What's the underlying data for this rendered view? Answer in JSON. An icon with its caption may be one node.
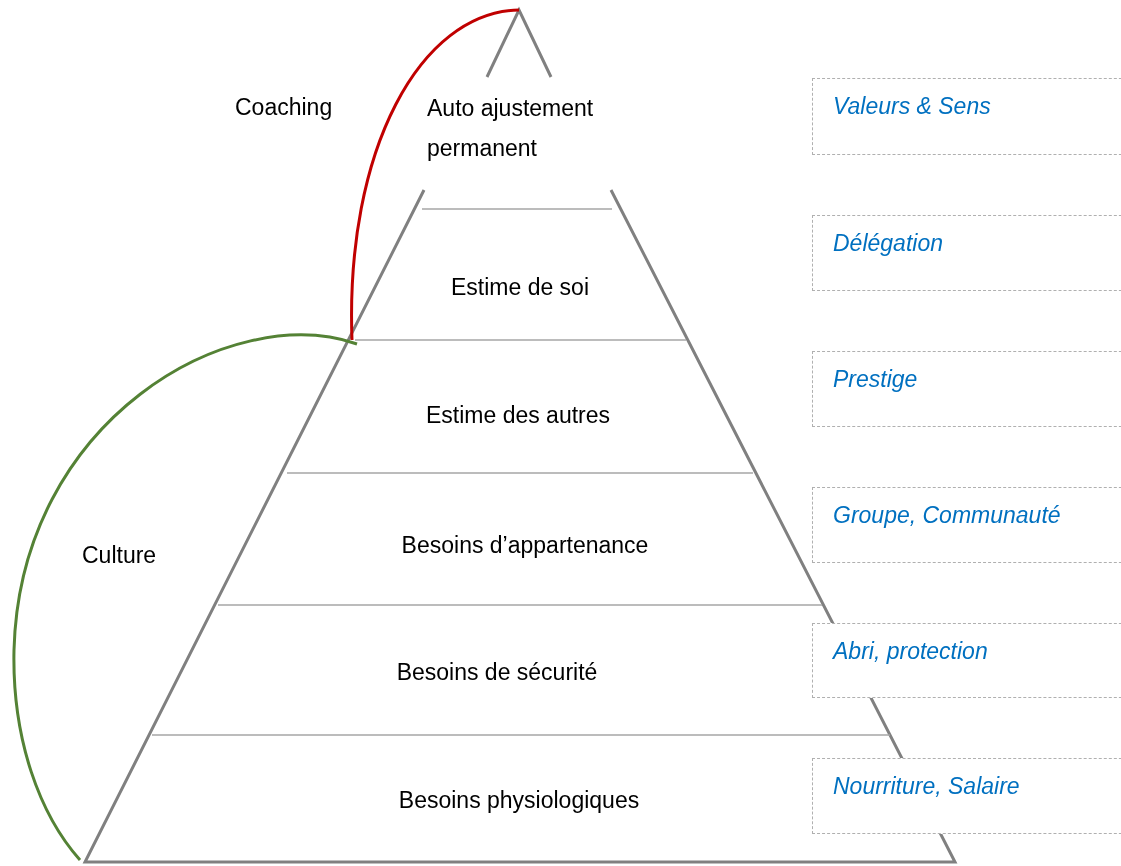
{
  "diagram": {
    "nodes": [
      {
        "text": [
          "Auto ajustement permanent"
        ]
      },
      {
        "text": [
          "Estime de soi"
        ]
      },
      {
        "text": [
          "Estime des autres"
        ]
      },
      {
        "text": [
          "Besoins d’appartenance"
        ]
      },
      {
        "text": [
          "Besoins de sécurité"
        ]
      },
      {
        "text": [
          "Besoins physiologiques"
        ]
      },
      {
        "text": [
          "Valeurs & Sens"
        ]
      },
      {
        "text": [
          "Délégation"
        ]
      },
      {
        "text": [
          "Prestige"
        ]
      },
      {
        "text": [
          "Groupe, Communauté"
        ]
      },
      {
        "text": [
          "Abri, protection"
        ]
      },
      {
        "text": [
          "Nourriture, Salaire"
        ]
      }
    ],
    "labels": [
      "Coaching",
      "Culture"
    ]
  }
}
